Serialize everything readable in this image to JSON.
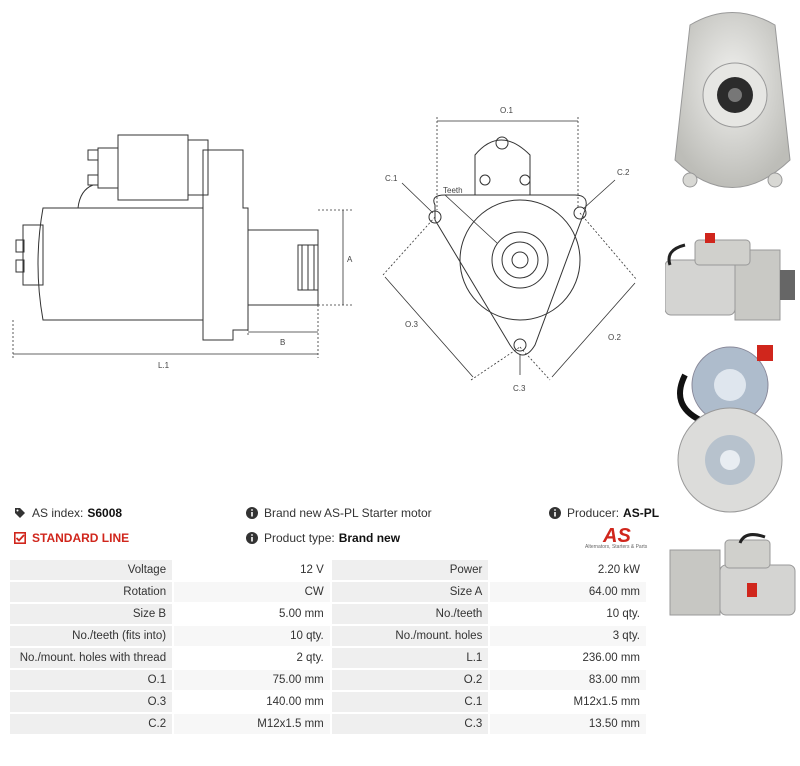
{
  "drawing": {
    "side": {
      "dim_a": "A",
      "dim_b": "B",
      "dim_l1": "L.1"
    },
    "front": {
      "o1": "O.1",
      "o2": "O.2",
      "o3": "O.3",
      "c1": "C.1",
      "c2": "C.2",
      "c3": "C.3",
      "teeth": "Teeth"
    }
  },
  "info": {
    "as_index_label": "AS index:",
    "as_index_value": "S6008",
    "line": "STANDARD LINE",
    "description": "Brand new AS-PL Starter motor",
    "product_type_label": "Product type:",
    "product_type_value": "Brand new",
    "producer_label": "Producer:",
    "producer_value": "AS-PL"
  },
  "logo": {
    "text": "AS",
    "tagline": "Alternators, Starters & Parts"
  },
  "colors": {
    "brand_red": "#d0261c"
  },
  "specs": [
    [
      "Voltage",
      "12 V",
      "Power",
      "2.20 kW"
    ],
    [
      "Rotation",
      "CW",
      "Size A",
      "64.00 mm"
    ],
    [
      "Size B",
      "5.00 mm",
      "No./teeth",
      "10 qty."
    ],
    [
      "No./teeth (fits into)",
      "10 qty.",
      "No./mount. holes",
      "3 qty."
    ],
    [
      "No./mount. holes with thread",
      "2 qty.",
      "L.1",
      "236.00 mm"
    ],
    [
      "O.1",
      "75.00 mm",
      "O.2",
      "83.00 mm"
    ],
    [
      "O.3",
      "140.00 mm",
      "C.1",
      "M12x1.5 mm"
    ],
    [
      "C.2",
      "M12x1.5 mm",
      "C.3",
      "13.50 mm"
    ]
  ]
}
